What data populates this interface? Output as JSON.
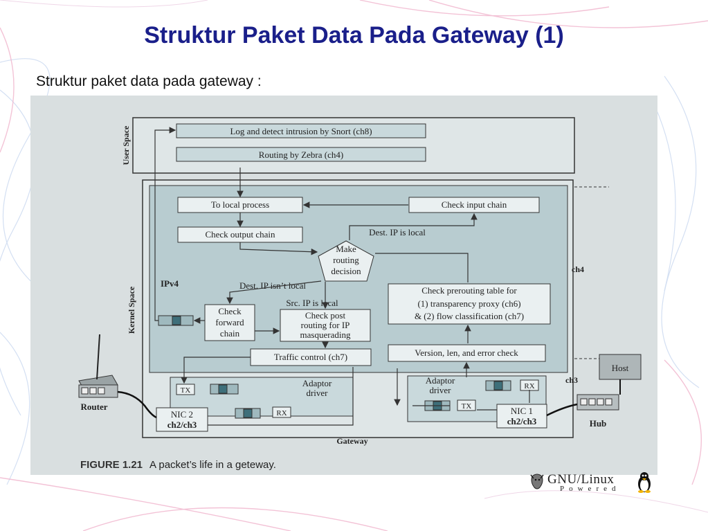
{
  "slide": {
    "title": "Struktur Paket Data Pada Gateway (1)",
    "subtitle": "Struktur paket data pada gateway :"
  },
  "figure": {
    "label": "FIGURE 1.21",
    "caption": "A packet’s life in a geteway.",
    "user_space_label": "User Space",
    "kernel_space_label": "Kernel Space",
    "snort": "Log and detect intrusion by Snort (ch8)",
    "zebra": "Routing by Zebra (ch4)",
    "to_local": "To local process",
    "check_input": "Check input chain",
    "check_output": "Check output chain",
    "dest_local": "Dest. IP is local",
    "routing_decision": [
      "Make",
      "routing",
      "decision"
    ],
    "ipv4": "IPv4",
    "dest_not_local": "Dest. IP isn’t local",
    "src_local": "Src. IP is local",
    "check_forward": [
      "Check",
      "forward",
      "chain"
    ],
    "check_post": [
      "Check post",
      "routing for IP",
      "masquerading"
    ],
    "prerouting": [
      "Check prerouting table for",
      "(1) transparency proxy (ch6)",
      "& (2) flow classification (ch7)"
    ],
    "traffic_control": "Traffic control (ch7)",
    "version_check": "Version, len, and error check",
    "adaptor_left": [
      "Adaptor",
      "driver"
    ],
    "adaptor_right": [
      "Adaptor",
      "driver"
    ],
    "tx": "TX",
    "rx": "RX",
    "nic2": [
      "NIC 2",
      "ch2/ch3"
    ],
    "nic1": [
      "NIC 1",
      "ch2/ch3"
    ],
    "router": "Router",
    "hub": "Hub",
    "host": "Host",
    "ch4": "ch4",
    "ch3": "ch3",
    "gateway": "Gateway"
  },
  "badge": {
    "title": "GNU/Linux",
    "subtitle": "Powered"
  }
}
